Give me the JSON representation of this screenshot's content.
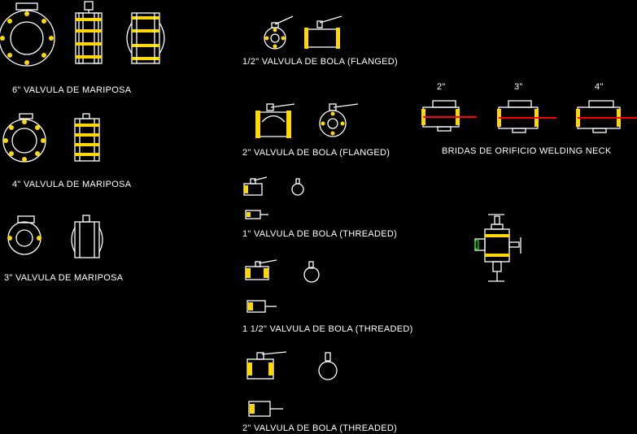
{
  "labels": {
    "mariposa_6": "6\" VALVULA DE MARIPOSA",
    "mariposa_4": "4\" VALVULA DE MARIPOSA",
    "mariposa_3": "3\" VALVULA DE MARIPOSA",
    "bola_half_flanged": "1/2\" VALVULA DE BOLA (FLANGED)",
    "bola_2_flanged": "2\" VALVULA DE BOLA (FLANGED)",
    "bola_1_threaded": "1\" VALVULA DE BOLA (THREADED)",
    "bola_1half_threaded": "1 1/2\" VALVULA DE BOLA (THREADED)",
    "bola_2_threaded": "2\" VALVULA DE BOLA (THREADED)",
    "bridas_title": "BRIDAS DE ORIFICIO WELDING NECK",
    "size_2": "2\"",
    "size_3": "3\"",
    "size_4": "4\""
  },
  "colors": {
    "background": "#000000",
    "lines": "#ffffff",
    "bolts": "#ffd800",
    "orifice": "#ff0000",
    "accent": "#00ff00"
  }
}
